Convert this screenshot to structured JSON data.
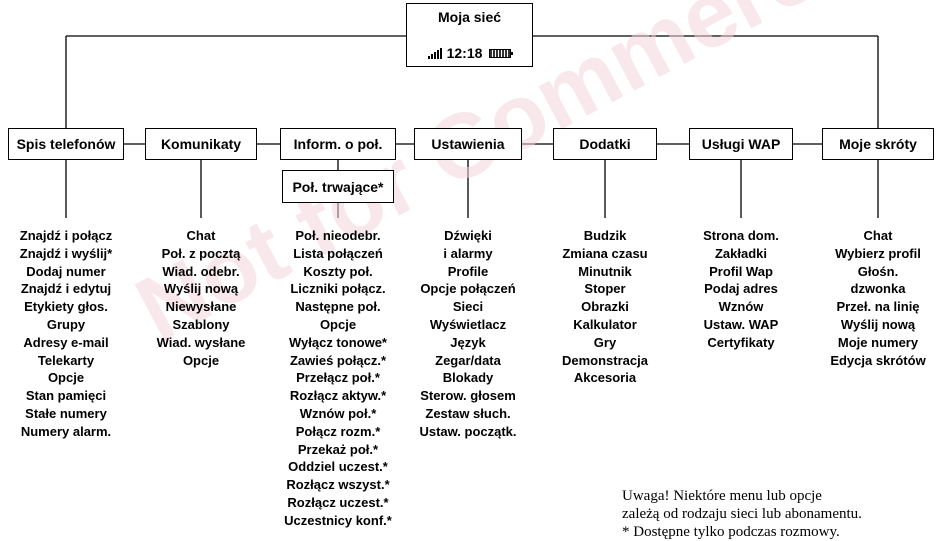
{
  "root": {
    "title": "Moja sieć",
    "time": "12:18",
    "icons": [
      "signal-bars-icon",
      "battery-icon"
    ]
  },
  "menus": [
    {
      "label": "Spis telefonów",
      "items": [
        "Znajdź i połącz",
        "Znajdź i wyślij*",
        "Dodaj numer",
        "Znajdź i edytuj",
        "Etykiety głos.",
        "Grupy",
        "Adresy e-mail",
        "Telekarty",
        "Opcje",
        "Stan pamięci",
        "Stałe numery",
        "Numery alarm."
      ]
    },
    {
      "label": "Komunikaty",
      "items": [
        "Chat",
        "Poł. z pocztą",
        "Wiad. odebr.",
        "Wyślij nową",
        "Niewysłane",
        "Szablony",
        "Wiad. wysłane",
        "Opcje"
      ]
    },
    {
      "label": "Inform. o poł.",
      "sub": "Poł. trwające*",
      "items": [
        "Poł. nieodebr.",
        "Lista połączeń",
        "Koszty poł.",
        "Liczniki połącz.",
        "Następne poł.",
        "Opcje",
        "Wyłącz tonowe*",
        "Zawieś połącz.*",
        "Przełącz poł.*",
        "Rozłącz aktyw.*",
        "Wznów poł.*",
        "Połącz rozm.*",
        "Przekaż poł.*",
        "Oddziel uczest.*",
        "Rozłącz wszyst.*",
        "Rozłącz uczest.*",
        "Uczestnicy konf.*"
      ]
    },
    {
      "label": "Ustawienia",
      "items": [
        "Dźwięki",
        "i alarmy",
        "Profile",
        "Opcje połączeń",
        "Sieci",
        "Wyświetlacz",
        "Język",
        "Zegar/data",
        "Blokady",
        "Sterow. głosem",
        "Zestaw słuch.",
        "Ustaw. początk."
      ]
    },
    {
      "label": "Dodatki",
      "items": [
        "Budzik",
        "Zmiana czasu",
        "Minutnik",
        "Stoper",
        "Obrazki",
        "Kalkulator",
        "Gry",
        "Demonstracja",
        "Akcesoria"
      ]
    },
    {
      "label": "Usługi WAP",
      "items": [
        "Strona dom.",
        "Zakładki",
        "Profil Wap",
        "Podaj adres",
        "Wznów",
        "Ustaw. WAP",
        "Certyfikaty"
      ]
    },
    {
      "label": "Moje skróty",
      "items": [
        "Chat",
        "Wybierz profil",
        "Głośn.",
        "dzwonka",
        "Przeł. na linię",
        "Wyślij nową",
        "Moje numery",
        "Edycja skrótów"
      ]
    }
  ],
  "note": [
    "Uwaga! Niektóre menu lub opcje",
    "zależą od rodzaju sieci lub abonamentu.",
    "* Dostępne tylko podczas rozmowy."
  ],
  "watermark": "Not for Commercial Use",
  "colors": {
    "lines": "#000000",
    "watermark": "#f3d6de"
  }
}
